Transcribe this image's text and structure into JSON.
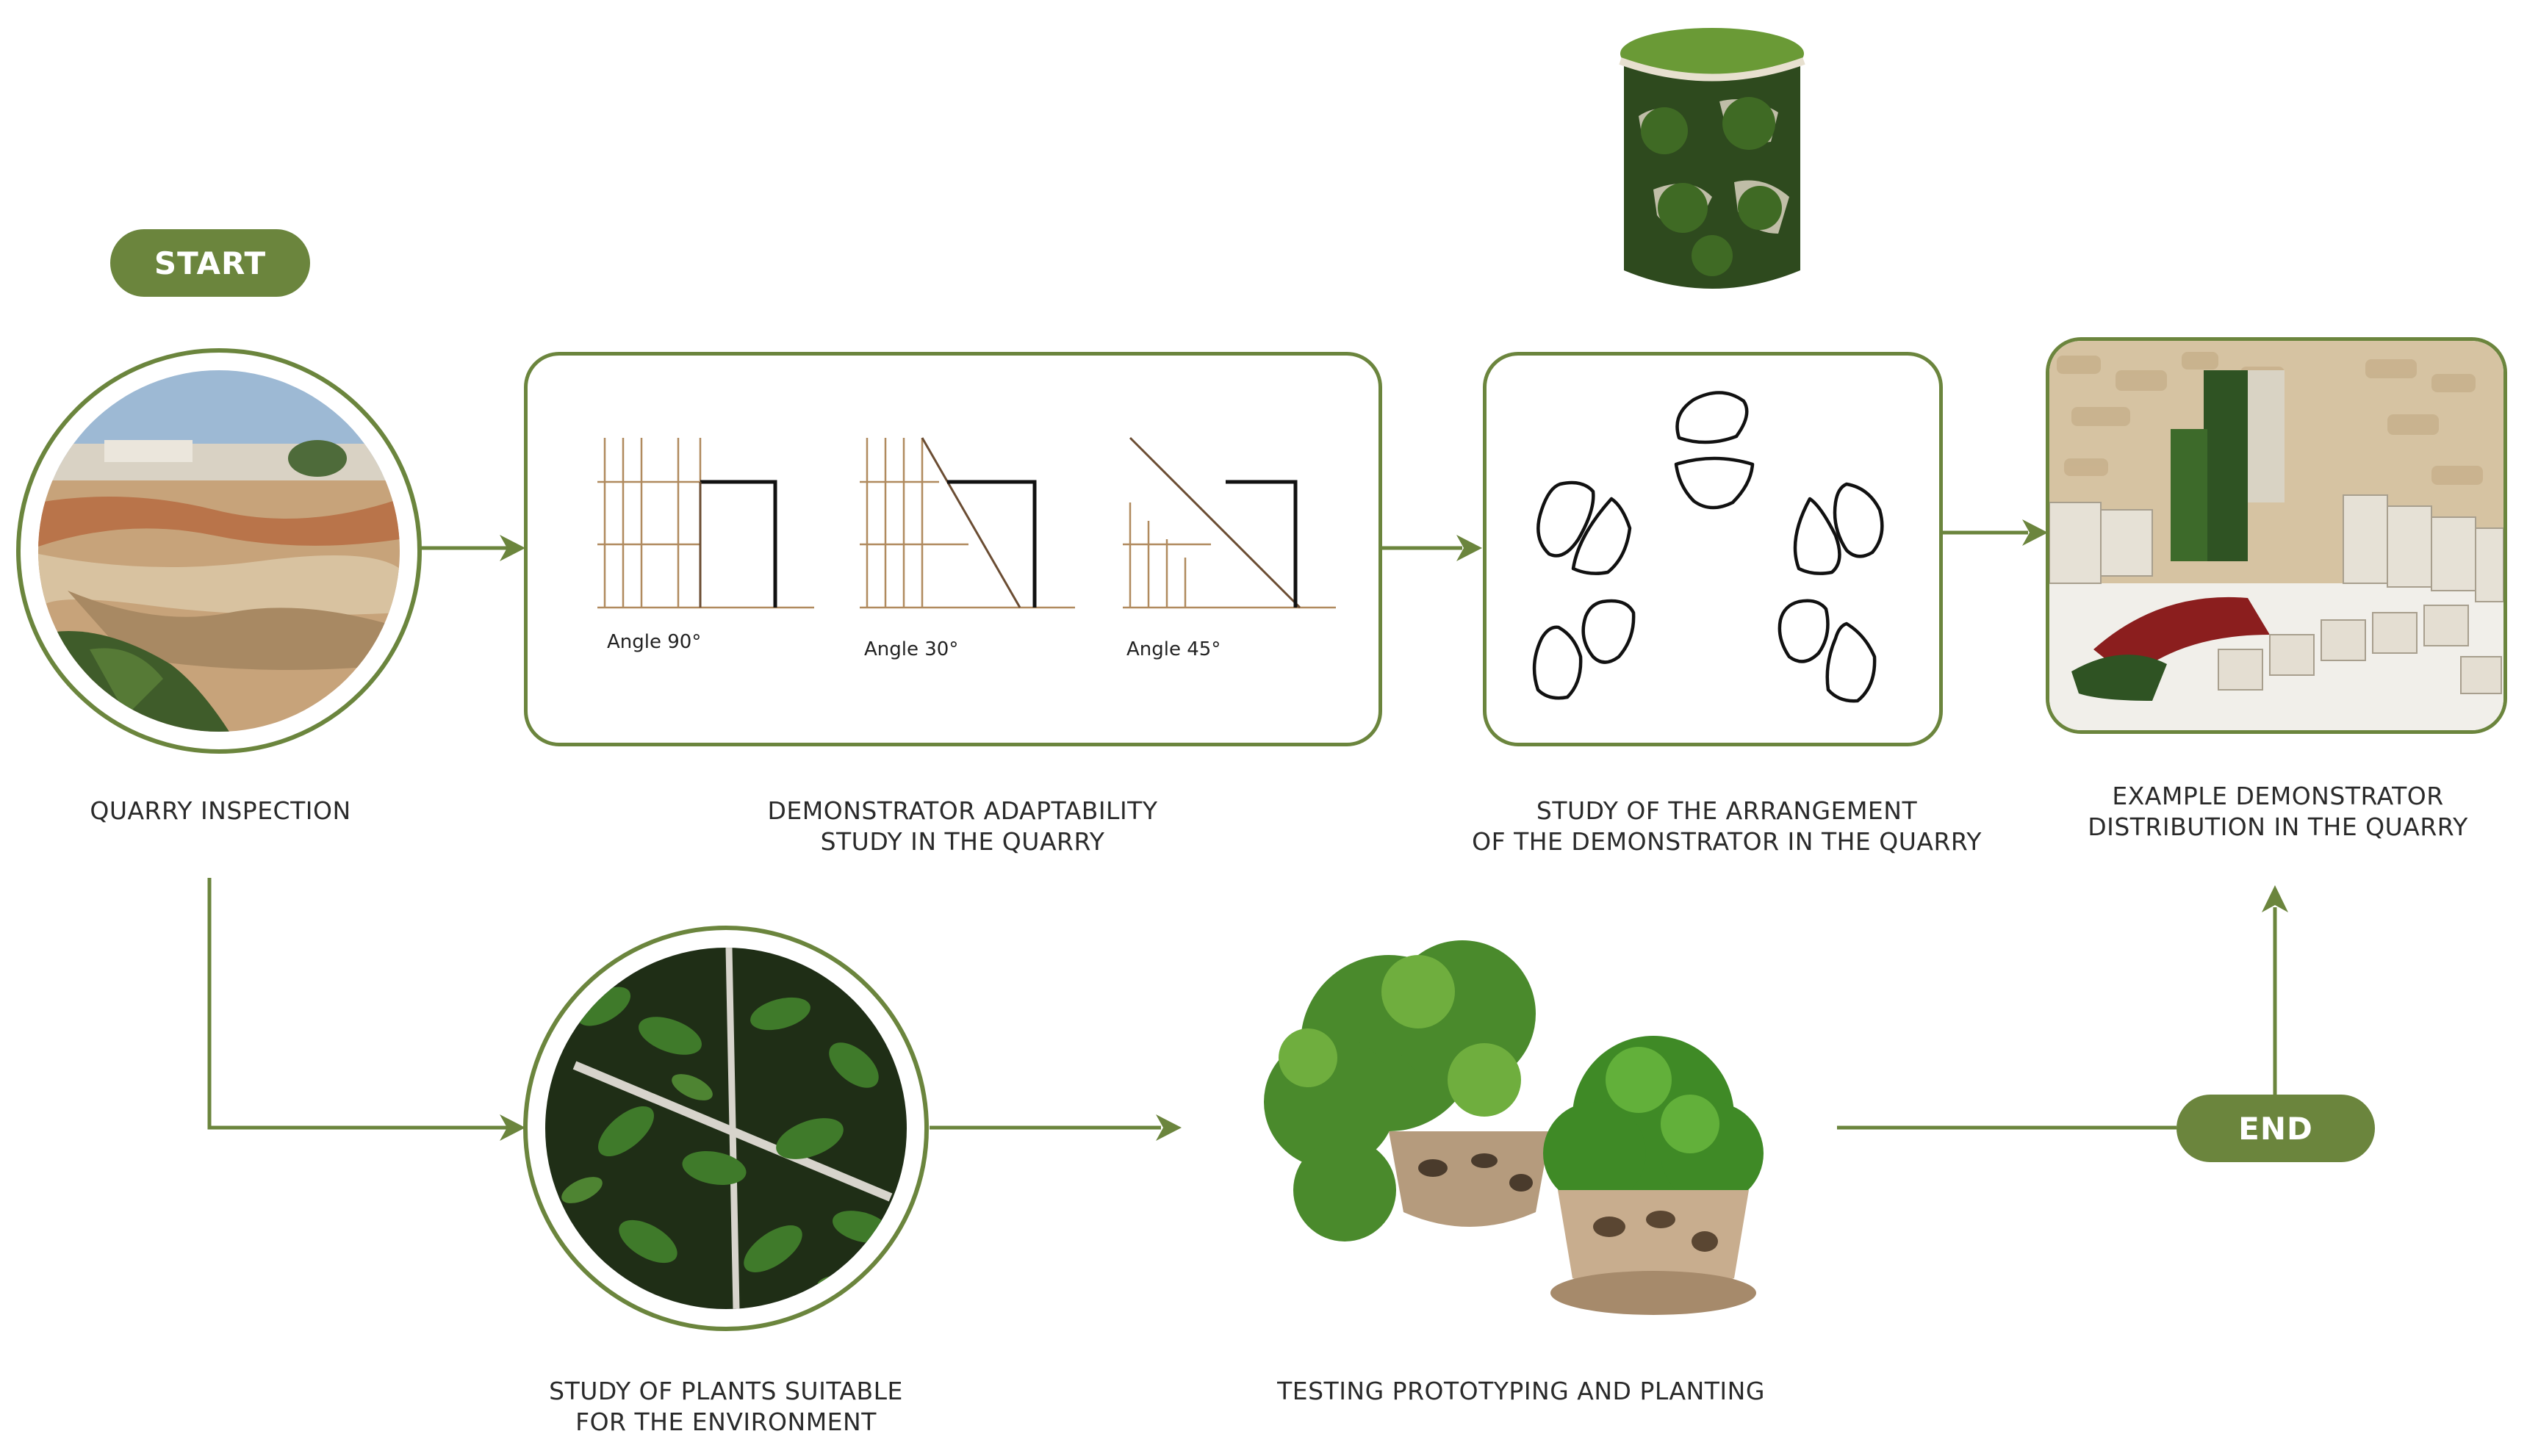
{
  "start_label": "START",
  "end_label": "END",
  "steps": {
    "inspection": {
      "lines": [
        "QUARRY INSPECTION"
      ]
    },
    "adaptability": {
      "lines": [
        "DEMONSTRATOR ADAPTABILITY",
        "STUDY IN THE QUARRY"
      ],
      "angles": [
        "Angle 90°",
        "Angle 30°",
        "Angle 45°"
      ]
    },
    "arrangement": {
      "lines": [
        "STUDY OF THE ARRANGEMENT",
        "OF THE DEMONSTRATOR IN THE QUARRY"
      ]
    },
    "distribution": {
      "lines": [
        "EXAMPLE DEMONSTRATOR",
        "DISTRIBUTION IN THE QUARRY"
      ]
    },
    "plants": {
      "lines": [
        "STUDY OF PLANTS SUITABLE",
        "FOR THE ENVIRONMENT"
      ]
    },
    "testing": {
      "lines": [
        "TESTING PROTOTYPING AND PLANTING"
      ]
    }
  },
  "colors": {
    "accent": "#6b853d",
    "line_brown": "#b08a5e",
    "text": "#2a2a2a"
  }
}
